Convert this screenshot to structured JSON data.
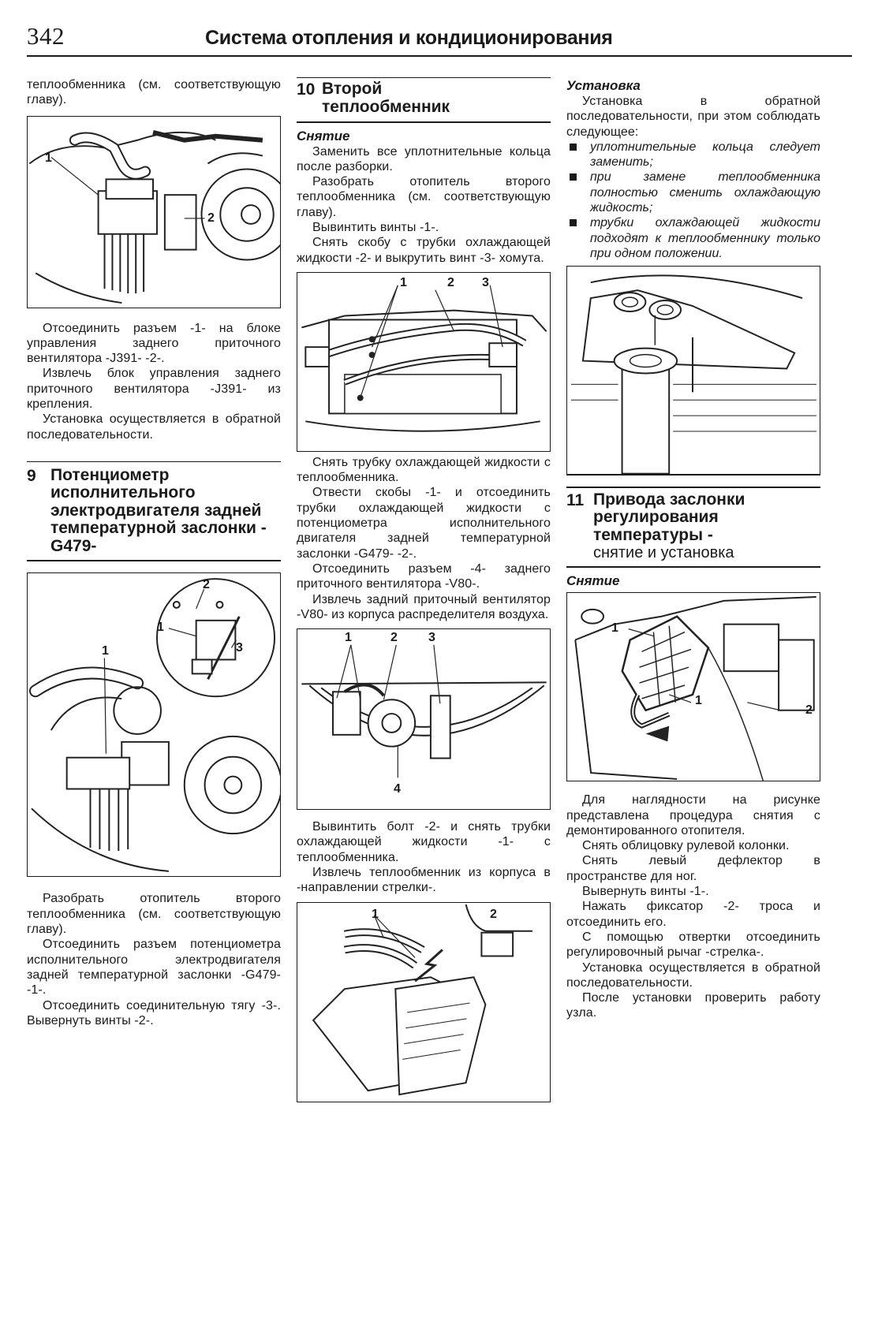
{
  "header": {
    "page_number": "342",
    "title": "Система отопления и кондиционирования"
  },
  "col1": {
    "intro": "теплообменника (см. соответствующую главу).",
    "fig1_labels": [
      "1",
      "2"
    ],
    "p1": "Отсоединить разъем -1- на блоке управления заднего приточного вентилятора -J391- -2-.",
    "p2": "Извлечь блок управления заднего приточного вентилятора -J391- из крепления.",
    "p3": "Установка осуществляется в обратной последовательности.",
    "section9": {
      "number": "9",
      "title": "Потенциометр исполнительного электродвигателя задней температурной заслонки -G479-"
    },
    "fig2_labels": [
      "1",
      "2",
      "3",
      "1"
    ],
    "p4": "Разобрать отопитель второго теплообменника (см. соответствующую главу).",
    "p5": "Отсоединить разъем потенциометра исполнительного электродвигателя задней температурной заслонки -G479- -1-.",
    "p6": "Отсоединить соединительную тягу -3-. Вывернуть винты -2-."
  },
  "col2": {
    "section10": {
      "number": "10",
      "title": "Второй теплообменник"
    },
    "subhead": "Снятие",
    "p1": "Заменить все уплотнительные кольца после разборки.",
    "p2": "Разобрать отопитель второго теплообменника (см. соответствующую главу).",
    "p3": "Вывинтить винты -1-.",
    "p4": "Снять скобу с трубки охлаждающей жидкости -2- и выкрутить винт -3- хомута.",
    "fig3_labels": [
      "1",
      "2",
      "3"
    ],
    "p5": "Снять трубку охлаждающей жидкости с теплообменника.",
    "p6": "Отвести скобы -1- и отсоединить трубки охлаждающей жидкости с потенциометра исполнительного двигателя задней температурной заслонки -G479- -2-.",
    "p7": "Отсоединить разъем -4- заднего приточного вентилятора -V80-.",
    "p8": "Извлечь задний приточный вентилятор -V80- из корпуса распределителя воздуха.",
    "fig4_labels": [
      "1",
      "2",
      "3",
      "4"
    ],
    "p9": "Вывинтить болт -2- и снять трубки охлаждающей жидкости -1- с теплообменника.",
    "p10": "Извлечь теплообменник из корпуса в -направлении стрелки-.",
    "fig5_labels": [
      "1",
      "2"
    ]
  },
  "col3": {
    "subhead": "Установка",
    "p1": "Установка в обратной последовательности, при этом соблюдать следующее:",
    "bullets": [
      "уплотнительные кольца следует заменить;",
      "при замене теплообменника полностью сменить охлаждающую жидкость;",
      "трубки охлаждающей жидкости подходят к теплообменнику только при одном положении."
    ],
    "section11": {
      "number": "11",
      "title": "Привода заслонки регулирования температуры -",
      "subtitle": "снятие и установка"
    },
    "subhead2": "Снятие",
    "fig7_labels": [
      "1",
      "1",
      "2"
    ],
    "p2": "Для наглядности на рисунке представлена процедура снятия с демонтированного отопителя.",
    "p3": "Снять облицовку рулевой колонки.",
    "p4": "Снять левый дефлектор в пространстве для ног.",
    "p5": "Вывернуть винты -1-.",
    "p6": "Нажать фиксатор -2- троса и отсоединить его.",
    "p7": "С помощью отвертки отсоединить регулировочный рычаг -стрелка-.",
    "p8": "Установка осуществляется в обратной последовательности.",
    "p9": "После установки проверить работу узла."
  }
}
